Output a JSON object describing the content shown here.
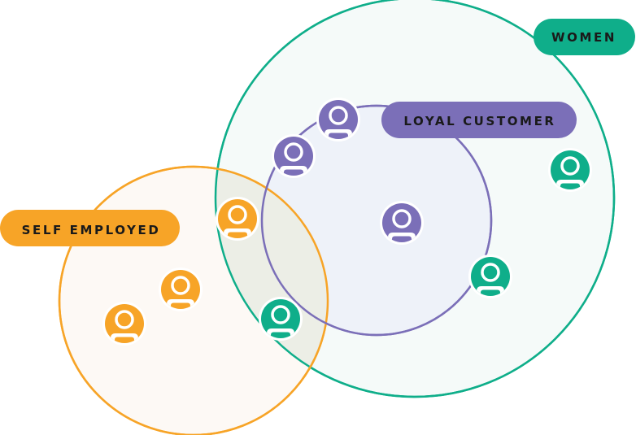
{
  "groups": {
    "women": {
      "label": "WOMEN",
      "color": "#0fae8a",
      "fill": "#f5faf9"
    },
    "loyal_customer": {
      "label": "LOYAL CUSTOMER",
      "color": "#7b6fb8",
      "fill": "#eef2f9"
    },
    "self_employed": {
      "label": "SELF EMPLOYED",
      "color": "#f7a427",
      "fill": "#fdf9f5"
    }
  },
  "person_icons": [
    {
      "group": "loyal_customer",
      "icon": "person-icon"
    },
    {
      "group": "loyal_customer",
      "icon": "person-icon"
    },
    {
      "group": "loyal_customer",
      "icon": "person-icon"
    },
    {
      "group": "women",
      "icon": "person-icon"
    },
    {
      "group": "women",
      "icon": "person-icon"
    },
    {
      "group": "women",
      "icon": "person-icon"
    },
    {
      "group": "self_employed",
      "icon": "person-icon"
    },
    {
      "group": "self_employed",
      "icon": "person-icon"
    },
    {
      "group": "self_employed",
      "icon": "person-icon"
    }
  ],
  "overlap_color": "#eceee6"
}
